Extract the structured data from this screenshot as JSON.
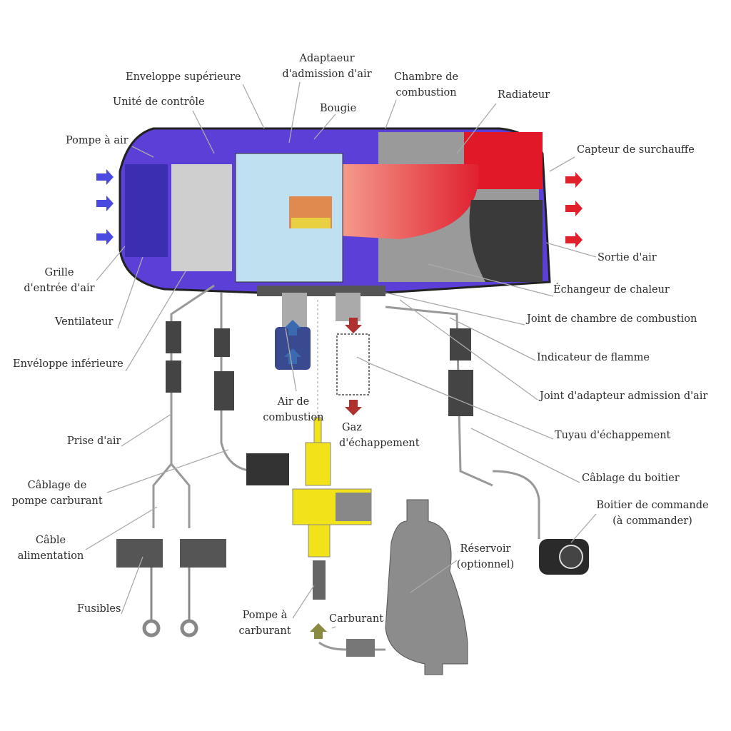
{
  "labels": {
    "upper_casing": "Enveloppe supérieure",
    "air_intake_adapter": [
      "Adaptaeur",
      "d'admission d'air"
    ],
    "combustion_chamber": [
      "Chambre de",
      "combustion"
    ],
    "radiator": "Radiateur",
    "control_unit": "Unité de contrôle",
    "glow_plug": "Bougie",
    "air_pump": "Pompe à air",
    "overheat_sensor": "Capteur de surchauffe",
    "air_outlet": "Sortie d'air",
    "air_inlet_grille": [
      "Grille",
      "d'entrée d'air"
    ],
    "heat_exchanger": "Échangeur de chaleur",
    "combustion_chamber_seal": "Joint de chambre de combustion",
    "fan": "Ventilateur",
    "flame_indicator": "Indicateur de flamme",
    "lower_casing": "Envéloppe inférieure",
    "combustion_air": [
      "Air de",
      "combustion"
    ],
    "intake_adapter_seal": "Joint d'adapteur admission d'air",
    "exhaust_gas": [
      "Gaz",
      "d'échappement"
    ],
    "air_intake": "Prise d'air",
    "exhaust_pipe": "Tuyau d'échappement",
    "fuel_pump_wiring": [
      "Câblage de",
      "pompe carburant"
    ],
    "controller_wiring": "Câblage du boitier",
    "controller": [
      "Boitier de commande",
      "(à commander)"
    ],
    "power_cable": [
      "Câble",
      "alimentation"
    ],
    "tank": [
      "Réservoir",
      "(optionnel)"
    ],
    "fuses": "Fusibles",
    "fuel_pump": [
      "Pompe à",
      "carburant"
    ],
    "fuel": "Carburant"
  },
  "colors": {
    "cold_air_arrow": "#4a4ae0",
    "hot_air_arrow": "#e0202a",
    "casing_purple": "#5b3fd6",
    "chamber_blue": "#bfe0f0",
    "flame_red": "#f06a5a",
    "pump_yellow": "#f2e21a",
    "body_gray": "#8a8a8a"
  }
}
